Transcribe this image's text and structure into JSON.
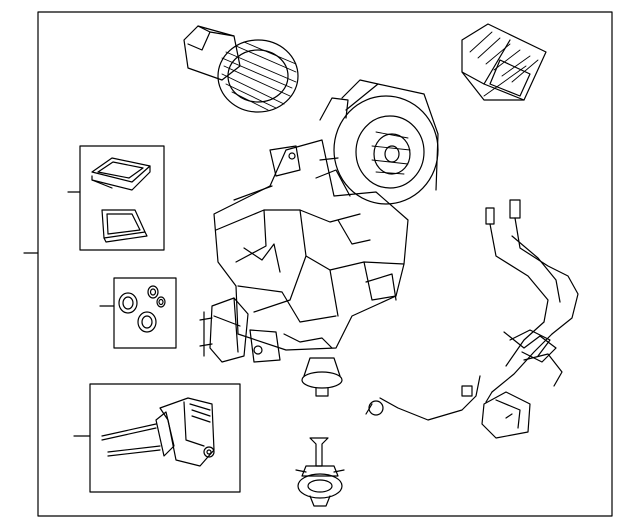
{
  "diagram": {
    "style": "black line-art exploded parts diagram",
    "line_color": "#000000",
    "background_color": "#ffffff",
    "parts": [
      "blower-motor-assembly",
      "evaporator-core",
      "heater-and-evaporator-housing",
      "seal-kit",
      "o-ring-kit",
      "expansion-valve",
      "wiring-harness",
      "drain-hose",
      "drain-tube"
    ]
  }
}
